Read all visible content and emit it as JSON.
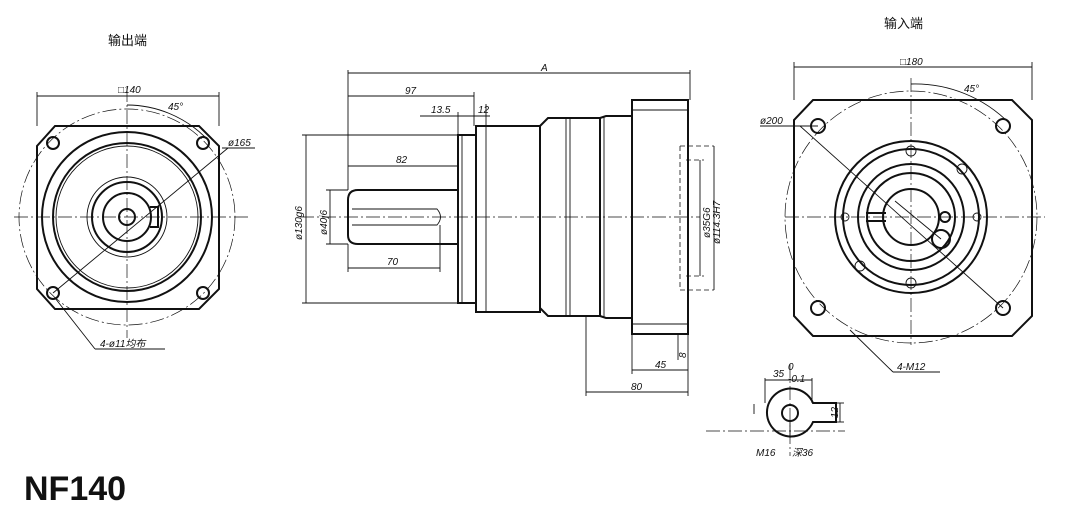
{
  "output_end_label": "输出端",
  "input_end_label": "输入端",
  "model": "NF140",
  "output_view": {
    "square": "□140",
    "angle": "45°",
    "pcd": "ø165",
    "holes": "4-ø11均布"
  },
  "side_view": {
    "overall": "A",
    "d97": "97",
    "d13_5": "13.5",
    "d12": "12",
    "d82": "82",
    "d70": "70",
    "dia130": "ø130g6",
    "dia40": "ø40j6",
    "dia35": "ø35G6",
    "dia114": "ø114.3H7",
    "d45": "45",
    "d8": "8",
    "d80": "80"
  },
  "input_view": {
    "square": "□180",
    "angle": "45°",
    "pcd": "ø200",
    "holes": "4-M12"
  },
  "shaft_section": {
    "key_width": "35",
    "tol_upper": "0",
    "tol_lower": "-0.1",
    "key_height": "12",
    "thread": "M16",
    "depth": "深36"
  }
}
